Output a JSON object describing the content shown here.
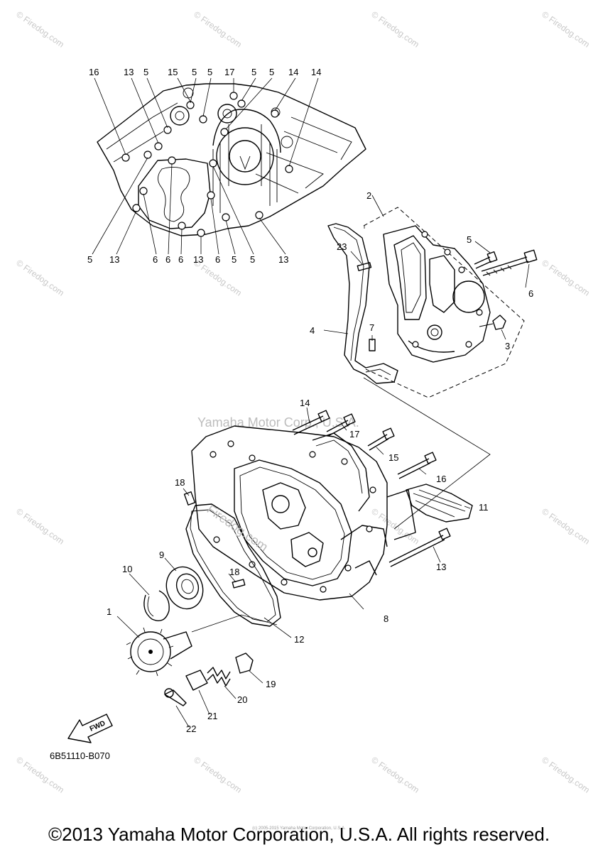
{
  "watermark_site": "© Firedog.com",
  "watermark_center": "Yamaha Motor Corp., U.S.A.",
  "watermark_diagonal": "Firedog.com",
  "diagram_code": "6B51110-B070",
  "fwd_label": "FWD",
  "small_print": "(c) 2005-2015 Yamaha Motor Corporation, U.S.A.",
  "copyright": "©2013 Yamaha Motor Corporation, U.S.A. All rights reserved.",
  "callouts": {
    "c1": "1",
    "c2": "2",
    "c3": "3",
    "c4": "4",
    "c5": "5",
    "c6": "6",
    "c7": "7",
    "c8": "8",
    "c9": "9",
    "c10": "10",
    "c11": "11",
    "c12": "12",
    "c13": "13",
    "c14": "14",
    "c15": "15",
    "c16": "16",
    "c17": "17",
    "c18": "18",
    "c19": "19",
    "c20": "20",
    "c21": "21",
    "c22": "22",
    "c23": "23"
  }
}
